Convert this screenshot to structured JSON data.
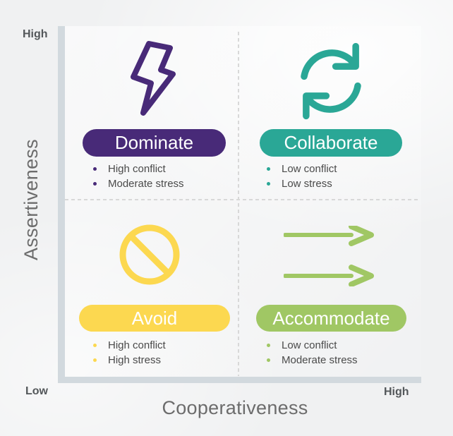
{
  "axes": {
    "y": {
      "label": "Assertiveness",
      "top_tick": "High"
    },
    "x": {
      "label": "Cooperativeness",
      "left_tick": "Low",
      "right_tick": "High"
    }
  },
  "quadrants": [
    {
      "name": "dominate",
      "label": "Dominate",
      "color": "#482a78",
      "icon": "lightning-bolt-icon",
      "bullets": [
        "High conflict",
        "Moderate stress"
      ]
    },
    {
      "name": "collaborate",
      "label": "Collaborate",
      "color": "#2aa796",
      "icon": "sync-arrows-icon",
      "bullets": [
        "Low conflict",
        "Low stress"
      ]
    },
    {
      "name": "avoid",
      "label": "Avoid",
      "color": "#fcd850",
      "icon": "no-entry-icon",
      "bullets": [
        "High conflict",
        "High stress"
      ]
    },
    {
      "name": "accommodate",
      "label": "Accommodate",
      "color": "#a0c764",
      "icon": "double-right-arrows-icon",
      "bullets": [
        "Low conflict",
        "Moderate stress"
      ]
    }
  ],
  "colors": {
    "background": "#f0f1f2",
    "axis_bar": "#d2d9de",
    "dashed_divider": "#d8d8d8",
    "bullet_text": "#4a4a4a",
    "tick_text": "#53575a",
    "axis_title_text": "#6c6c6c",
    "pill_text": "#ffffff"
  }
}
